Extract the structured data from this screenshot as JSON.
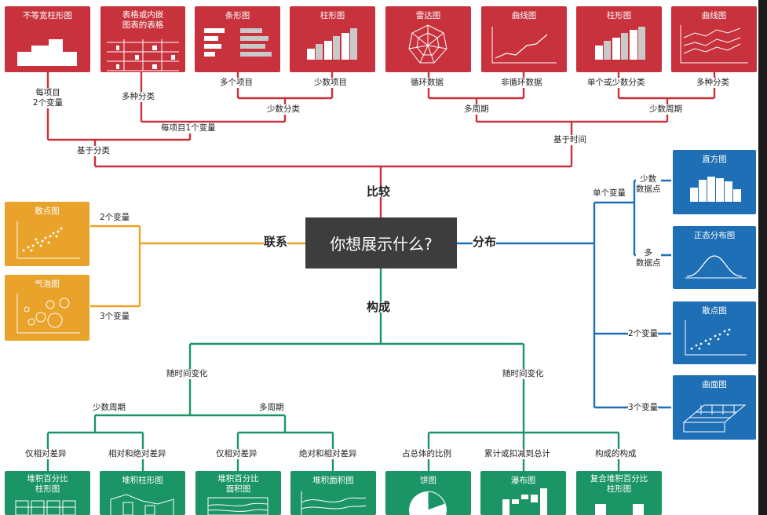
{
  "center": {
    "question": "你想展示什么?"
  },
  "categories": {
    "compare": "比较",
    "relation": "联系",
    "distribution": "分布",
    "composition": "构成"
  },
  "compare": {
    "charts": [
      "不等宽柱形图",
      "表格或内嵌\n图表的表格",
      "条形图",
      "柱形图",
      "雷达图",
      "曲线图",
      "柱形图",
      "曲线图"
    ],
    "labels": {
      "per_item_two_vars": "每项目\n2个变量",
      "many_categories": "多种分类",
      "many_items": "多个项目",
      "few_items": "少数项目",
      "cyclic_data": "循环数据",
      "non_cyclic_data": "非循环数据",
      "single_or_few_categories": "单个或少数分类",
      "many_categories_time": "多种分类",
      "few_categories": "少数分类",
      "many_periods": "多周期",
      "few_periods": "少数周期",
      "per_item_one_var": "每项目1个变量",
      "by_category": "基于分类",
      "by_time": "基于时间"
    },
    "colors": {
      "box": "#c8323c",
      "line": "#c8323c"
    }
  },
  "relation": {
    "charts": [
      "散点图",
      "气泡图"
    ],
    "labels": {
      "two_vars": "2个变量",
      "three_vars": "3个变量"
    },
    "colors": {
      "box": "#e9a22a",
      "line": "#e9a22a"
    }
  },
  "distribution": {
    "charts": [
      "直方图",
      "正态分布图",
      "散点图",
      "曲面图"
    ],
    "labels": {
      "single_var": "单个变量",
      "few_points": "少数\n数据点",
      "many_points": "多\n数据点",
      "two_vars": "2个变量",
      "three_vars": "3个变量"
    },
    "colors": {
      "box": "#1f6fb6",
      "line": "#1f6fb6"
    }
  },
  "composition": {
    "charts": [
      "堆积百分比\n柱形图",
      "堆积柱形图",
      "堆积百分比\n面积图",
      "堆积面积图",
      "饼图",
      "瀑布图",
      "复合堆积百分比\n柱形图"
    ],
    "labels": {
      "change_over_time_left": "随时间变化",
      "static": "随时间变化",
      "few_periods": "少数周期",
      "many_periods": "多周期",
      "relative_only_1": "仅相对差异",
      "relative_absolute": "相对和绝对差异",
      "relative_only_2": "仅相对差异",
      "absolute_relative": "绝对和相对差异",
      "share_of_total": "占总体的比例",
      "accumulate": "累计或扣减到总计",
      "components": "构成的构成"
    },
    "colors": {
      "box": "#1c9566",
      "line": "#1c9566"
    }
  }
}
